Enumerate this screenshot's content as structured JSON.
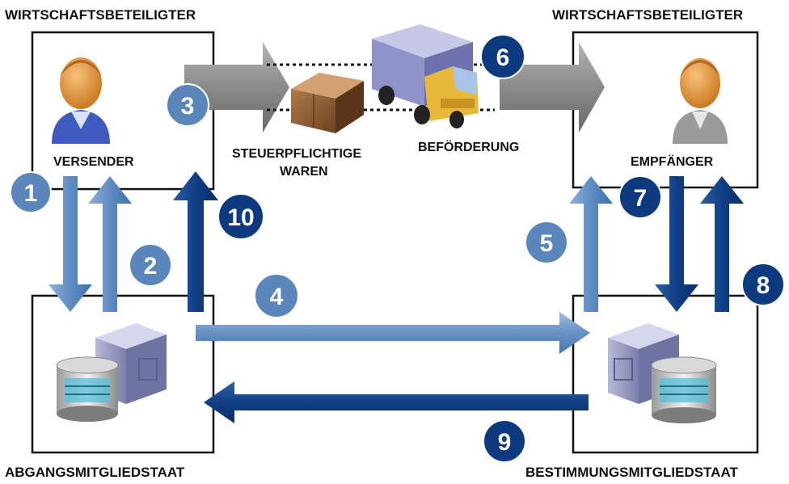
{
  "labels": {
    "top_left_title": "WIRTSCHAFTSBETEILIGTER",
    "top_right_title": "WIRTSCHAFTSBETEILIGTER",
    "sender": "VERSENDER",
    "receiver": "EMPFÄNGER",
    "goods_line1": "STEUERPFLICHTIGE",
    "goods_line2": "WAREN",
    "transport": "BEFÖRDERUNG",
    "bottom_left_title": "ABGANGSMITGLIEDSTAAT",
    "bottom_right_title": "BESTIMMUNGSMITGLIEDSTAAT"
  },
  "steps": [
    "1",
    "2",
    "3",
    "4",
    "5",
    "6",
    "7",
    "8",
    "9",
    "10"
  ],
  "colors": {
    "light_blue": "#6d97c6",
    "mid_blue": "#4f7fb6",
    "dark_blue": "#0f3f86",
    "circle_light": "#5b86bb",
    "circle_dark": "#0d3a7e",
    "gray_arrow": "#8a8a8a",
    "box_border": "#111111"
  },
  "icons": [
    "person-icon-sender",
    "person-icon-receiver",
    "package-icon",
    "truck-icon",
    "server-icon-departure",
    "server-icon-destination"
  ]
}
